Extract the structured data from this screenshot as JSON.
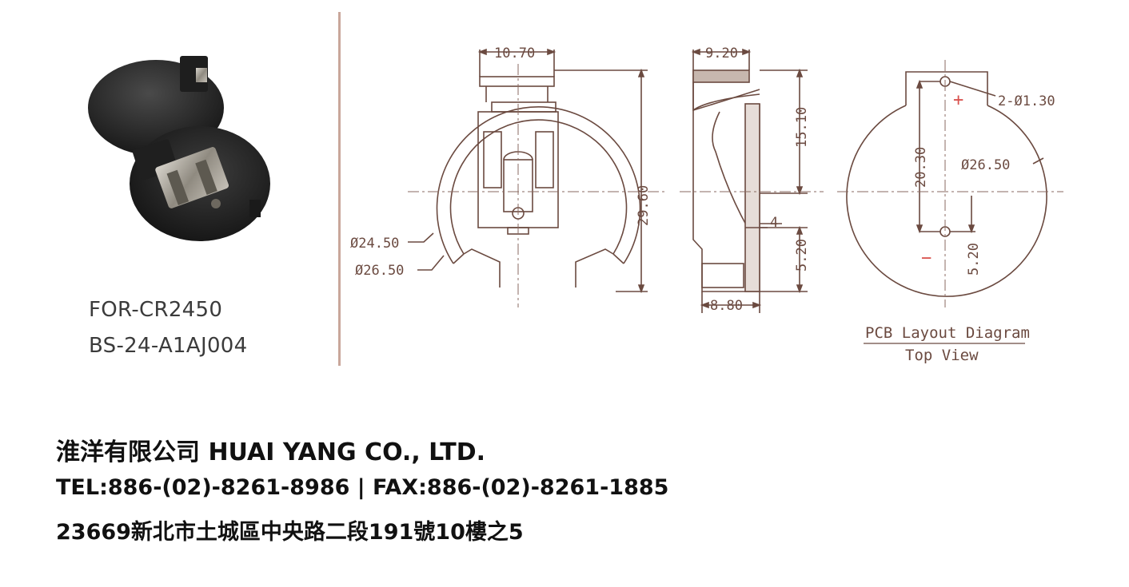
{
  "product": {
    "model_line1": "FOR-CR2450",
    "model_line2": "BS-24-A1AJ004"
  },
  "drawing": {
    "front_view": {
      "width_dim": "10.70",
      "height_dim": "29.60",
      "inner_dia": "Ø24.50",
      "outer_dia": "Ø26.50"
    },
    "side_view": {
      "top_dim": "9.20",
      "upper_height": "15.10",
      "lower_height": "5.20",
      "contact_dim": "4",
      "bottom_dim": "8.80"
    },
    "pcb_layout": {
      "hole_spec": "2-Ø1.30",
      "diameter": "Ø26.50",
      "vertical_pitch": "20.30",
      "offset": "5.20",
      "plus_sign": "+",
      "minus_sign": "−",
      "caption_line1": "PCB Layout Diagram",
      "caption_line2": "Top View"
    }
  },
  "company": {
    "name_line": "淮洋有限公司 HUAI YANG CO., LTD.",
    "tel_fax": "TEL:886-(02)-8261-8986 | FAX:886-(02)-8261-1885",
    "address": "23669新北市土城區中央路二段191號10樓之5"
  },
  "colors": {
    "line": "#6b4a40",
    "centerline": "#8a6a60",
    "holder_dark": "#2b2b2b",
    "contact_metal": "#9a958c",
    "plus_minus": "#d9534f",
    "divider": "#c9a79b"
  }
}
